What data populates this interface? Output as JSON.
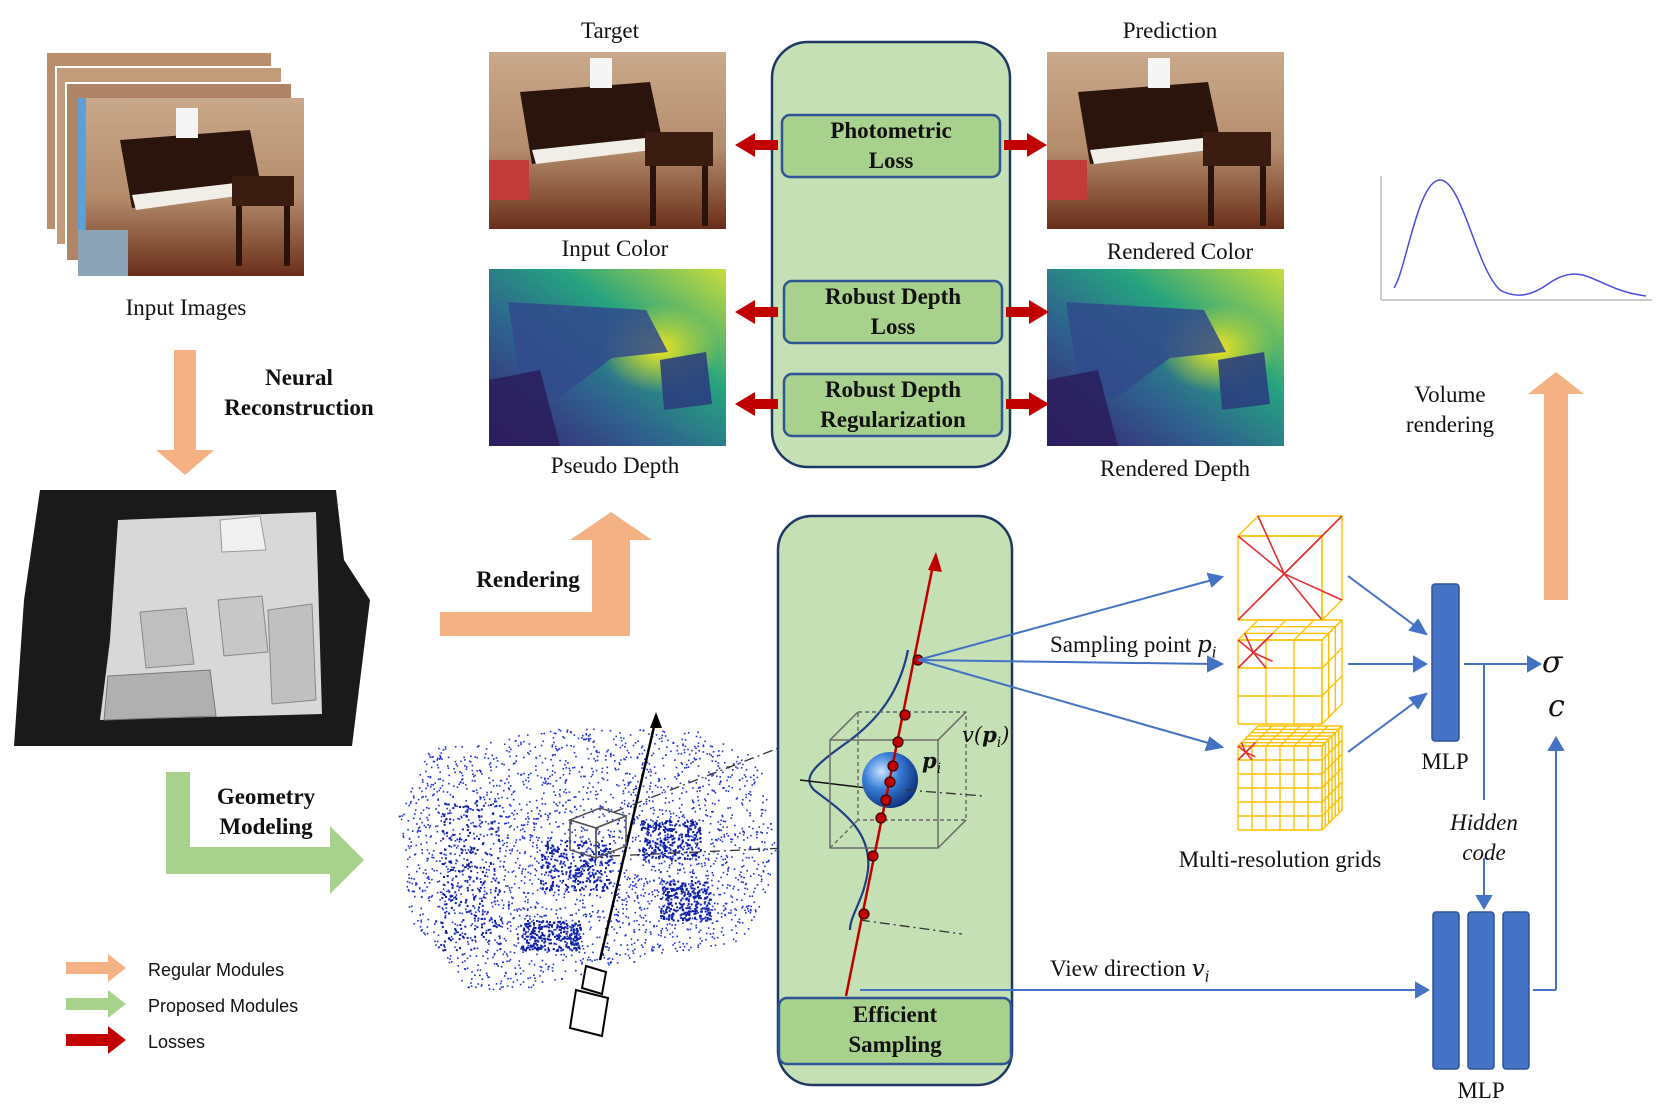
{
  "labels": {
    "input_images": "Input Images",
    "neural_reconstruction_1": "Neural",
    "neural_reconstruction_2": "Reconstruction",
    "geometry_modeling_1": "Geometry",
    "geometry_modeling_2": "Modeling",
    "rendering": "Rendering",
    "target": "Target",
    "prediction": "Prediction",
    "input_color": "Input Color",
    "rendered_color": "Rendered Color",
    "pseudo_depth": "Pseudo Depth",
    "rendered_depth": "Rendered Depth",
    "volume_rendering_1": "Volume",
    "volume_rendering_2": "rendering",
    "sampling_point": "Sampling point",
    "sampling_point_sym": "p",
    "sampling_point_sub": "i",
    "view_direction": "View direction",
    "view_direction_sym": "v",
    "view_direction_sub": "i",
    "multi_res_grids": "Multi-resolution grids",
    "mlp_top": "MLP",
    "mlp_bottom": "MLP",
    "hidden_code_1": "Hidden",
    "hidden_code_2": "code",
    "sigma": "σ",
    "color_c": "c",
    "v_pi": "v(",
    "v_pi_p": "p",
    "v_pi_sub": "i",
    "v_pi_close": ")",
    "pi_bold": "p",
    "pi_sub": "i"
  },
  "loss_boxes": {
    "photometric_1": "Photometric",
    "photometric_2": "Loss",
    "robust_depth_loss_1": "Robust Depth",
    "robust_depth_loss_2": "Loss",
    "robust_depth_reg_1": "Robust Depth",
    "robust_depth_reg_2": "Regularization"
  },
  "sampling_box": {
    "line1": "Efficient",
    "line2": "Sampling"
  },
  "legend": {
    "regular": "Regular Modules",
    "proposed": "Proposed Modules",
    "losses": "Losses"
  },
  "colors": {
    "regular": "#f4b183",
    "proposed": "#a9d18e",
    "losses": "#c00000",
    "panel_fill": "#c5e0b4",
    "panel_border": "#1f3864",
    "box_fill": "#a9d18e",
    "box_border": "#2f5597",
    "mlp": "#4472c4",
    "arrow_blue": "#4472c4",
    "grid": "#ffc000",
    "grid_red": "#e03030",
    "ray": "#c00000",
    "point_cloud": "#1a2fd6"
  }
}
